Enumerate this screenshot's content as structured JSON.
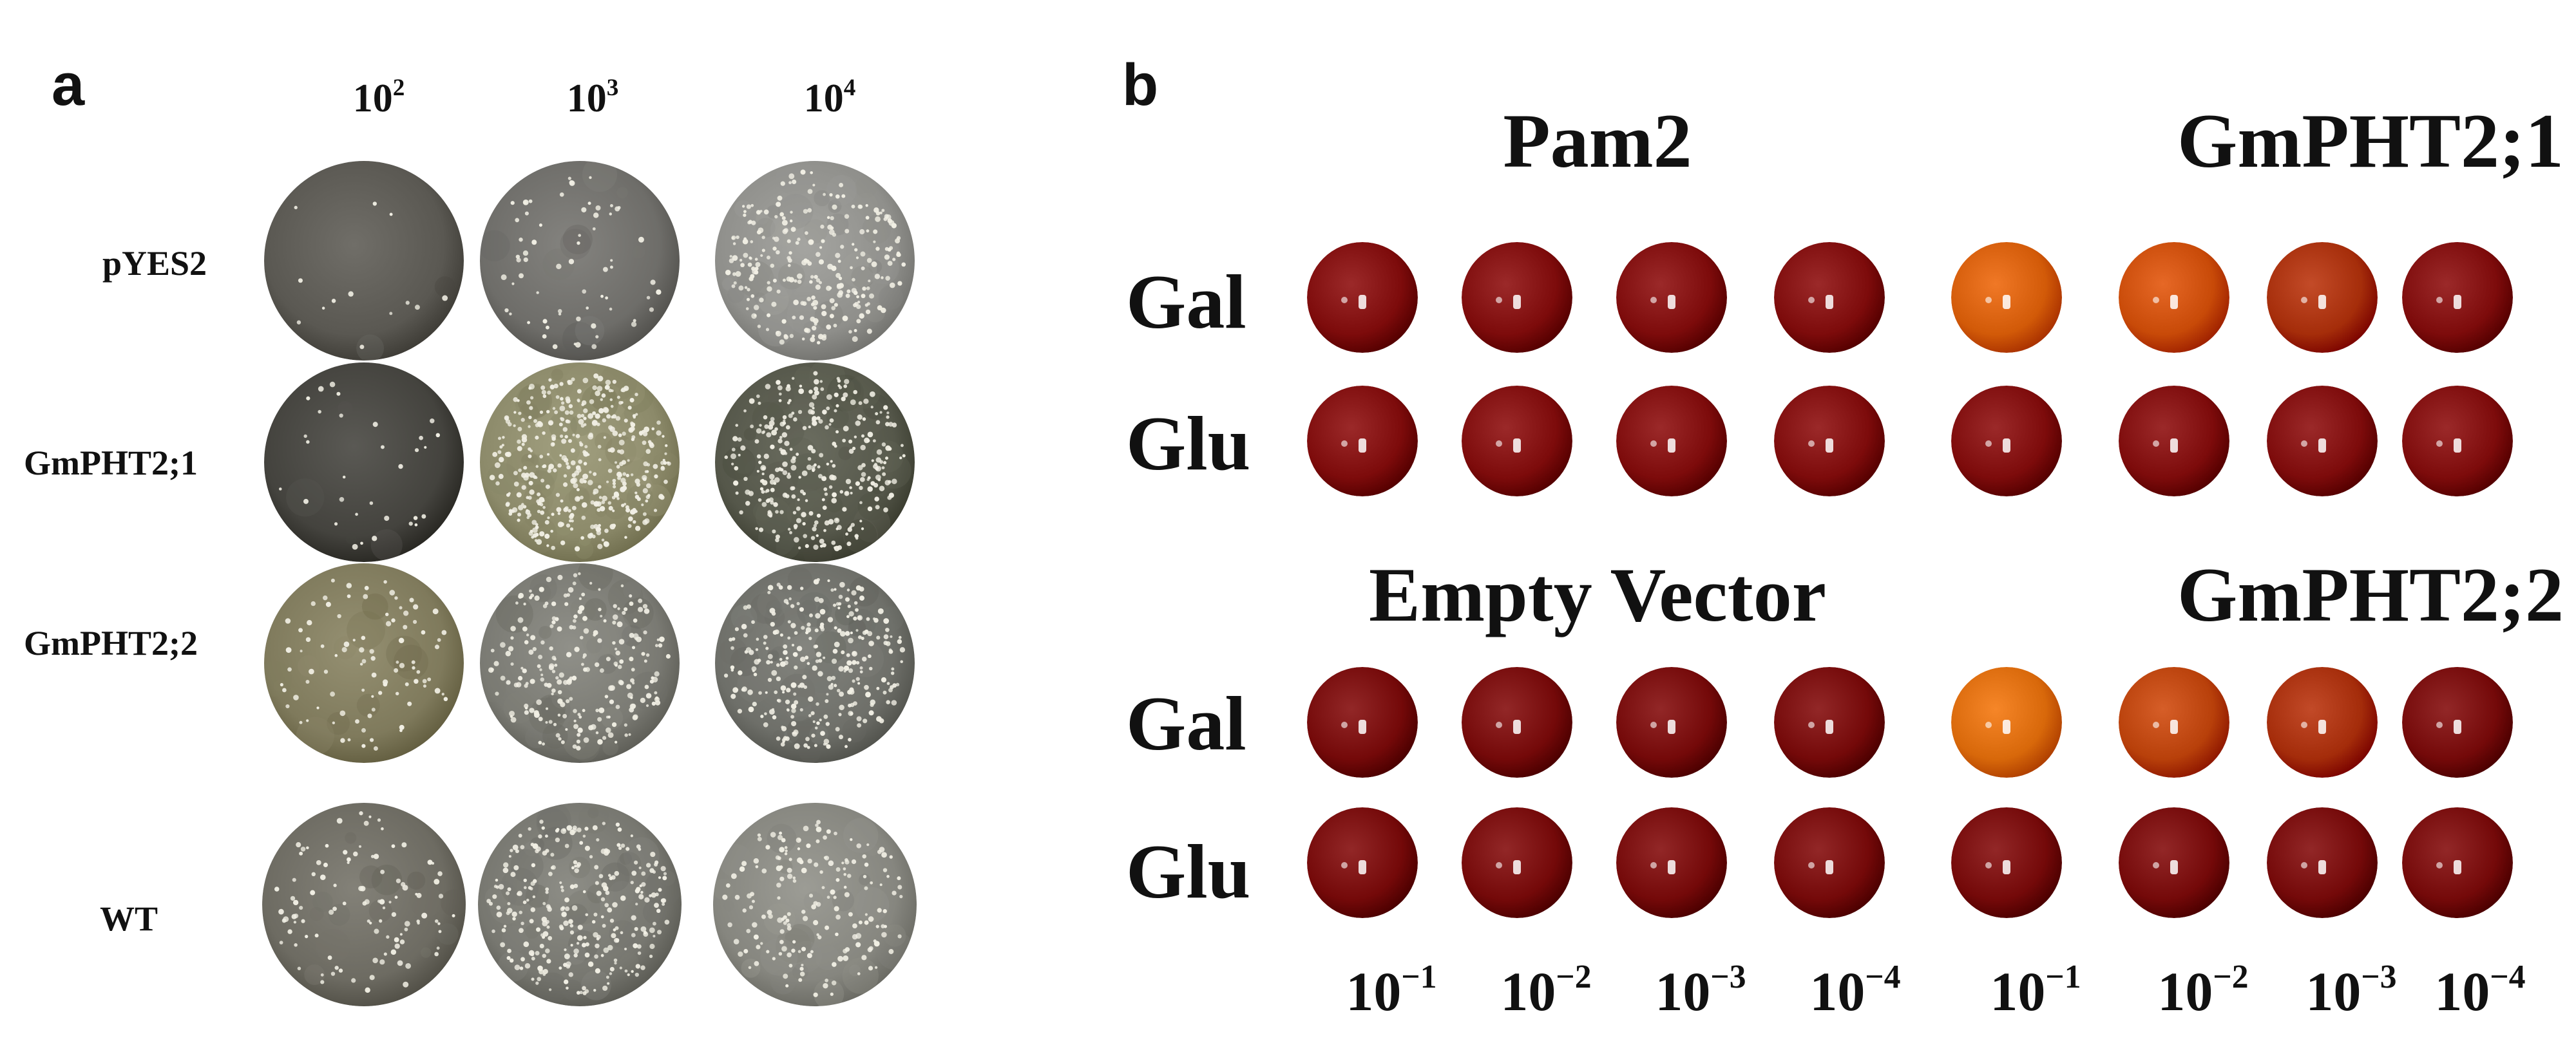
{
  "panel_a": {
    "letter": "a",
    "dilutions": [
      {
        "base": "10",
        "exp": "2"
      },
      {
        "base": "10",
        "exp": "3"
      },
      {
        "base": "10",
        "exp": "4"
      }
    ],
    "rows": [
      "pYES2",
      "GmPHT2;1",
      "GmPHT2;2",
      "WT"
    ],
    "plate_style": {
      "pYES2": [
        {
          "bg": "#5a5852",
          "density": 0.05
        },
        {
          "bg": "#6e6d69",
          "density": 0.25
        },
        {
          "bg": "#8f8f8b",
          "density": 1.0
        }
      ],
      "GmPHT2;1": [
        {
          "bg": "#44433e",
          "density": 0.12
        },
        {
          "bg": "#8c8a6a",
          "density": 1.6
        },
        {
          "bg": "#55574a",
          "density": 1.2
        }
      ],
      "GmPHT2;2": [
        {
          "bg": "#7f7a5c",
          "density": 0.35
        },
        {
          "bg": "#7a7a73",
          "density": 0.9
        },
        {
          "bg": "#6e6f69",
          "density": 1.1
        }
      ],
      "WT": [
        {
          "bg": "#6d6b62",
          "density": 0.4
        },
        {
          "bg": "#777770",
          "density": 1.1
        },
        {
          "bg": "#86867f",
          "density": 0.7
        }
      ]
    }
  },
  "panel_b": {
    "letter": "b",
    "groups": [
      {
        "title": "Pam2",
        "rows": [
          "Gal",
          "Glu"
        ],
        "colors": [
          [
            "#7d0b0b",
            "#7d0b0b",
            "#7d0b0b",
            "#7d0b0b"
          ],
          [
            "#7d0b0b",
            "#7d0b0b",
            "#7d0b0b",
            "#7d0b0b"
          ]
        ]
      },
      {
        "title": "GmPHT2;1",
        "rows": [
          "Gal",
          "Glu"
        ],
        "colors": [
          [
            "#d25a08",
            "#c84a08",
            "#a52d0a",
            "#7d0b0b"
          ],
          [
            "#7d0b0b",
            "#7d0b0b",
            "#7d0b0b",
            "#7d0b0b"
          ]
        ]
      },
      {
        "title": "Empty Vector",
        "rows": [
          "Gal",
          "Glu"
        ],
        "colors": [
          [
            "#740909",
            "#740909",
            "#740909",
            "#740909"
          ],
          [
            "#740909",
            "#740909",
            "#740909",
            "#740909"
          ]
        ]
      },
      {
        "title": "GmPHT2;2",
        "rows": [
          "Gal",
          "Glu"
        ],
        "colors": [
          [
            "#d8680a",
            "#b8400a",
            "#a42c0a",
            "#740909"
          ],
          [
            "#740909",
            "#740909",
            "#740909",
            "#740909"
          ]
        ]
      }
    ],
    "dilutions": [
      {
        "base": "10",
        "exp": "−1"
      },
      {
        "base": "10",
        "exp": "−2"
      },
      {
        "base": "10",
        "exp": "−3"
      },
      {
        "base": "10",
        "exp": "−4"
      },
      {
        "base": "10",
        "exp": "−1"
      },
      {
        "base": "10",
        "exp": "−2"
      },
      {
        "base": "10",
        "exp": "−3"
      },
      {
        "base": "10",
        "exp": "−4"
      }
    ]
  }
}
